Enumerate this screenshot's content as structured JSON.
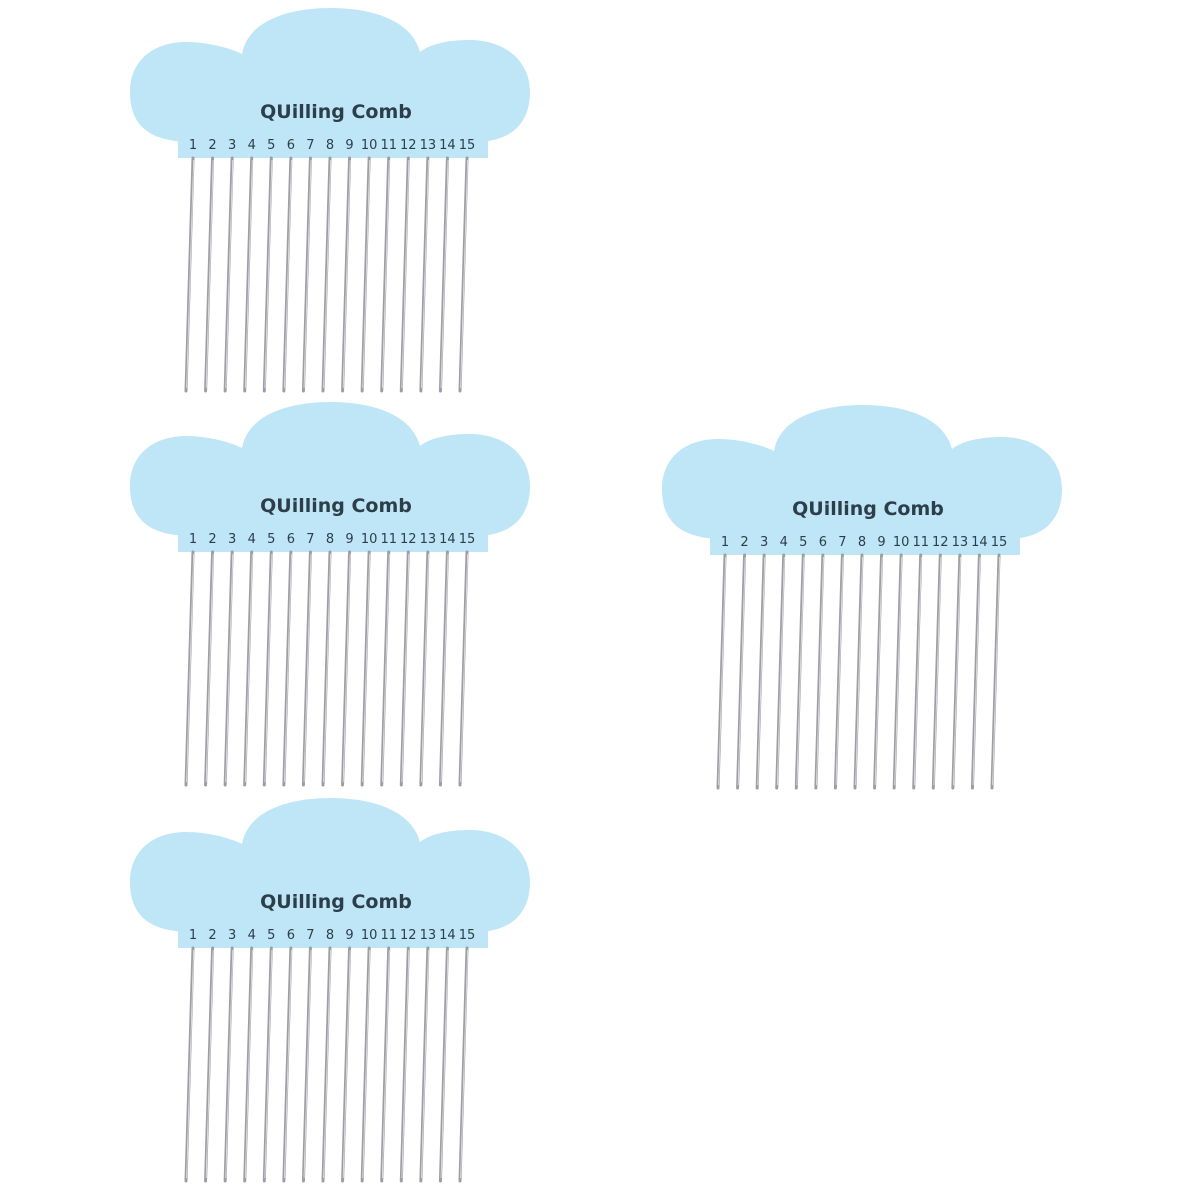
{
  "product": {
    "title": "QUilling Comb",
    "numbers": [
      "1",
      "2",
      "3",
      "4",
      "5",
      "6",
      "7",
      "8",
      "9",
      "10",
      "11",
      "12",
      "13",
      "14",
      "15"
    ],
    "count": 4
  },
  "colors": {
    "body": "#bfe6f7",
    "pin": "#9c9ea3",
    "pin_highlight": "#e4e5e8",
    "text": "#2c3e4a",
    "background": "#ffffff"
  }
}
